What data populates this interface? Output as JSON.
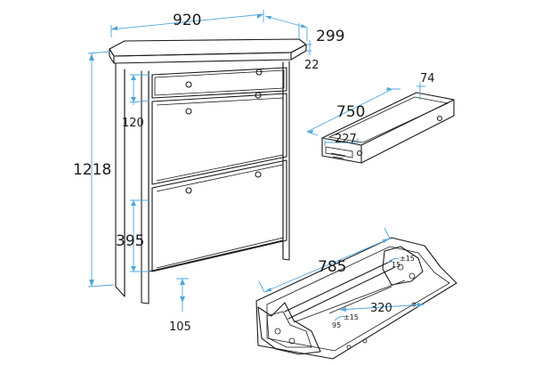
{
  "dimensions": {
    "width": "920",
    "depth": "299",
    "top_thickness": "22",
    "height": "1218",
    "drawer_height": "120",
    "door_height": "395",
    "leg_height": "105",
    "drawer_width": "750",
    "drawer_depth": "227",
    "drawer_side": "74",
    "door_inner_width": "785",
    "door_inner_depth": "320",
    "angle_top": "15",
    "angle_tol_top": "±15",
    "angle_bottom": "95",
    "angle_tol_bottom": "±15"
  }
}
